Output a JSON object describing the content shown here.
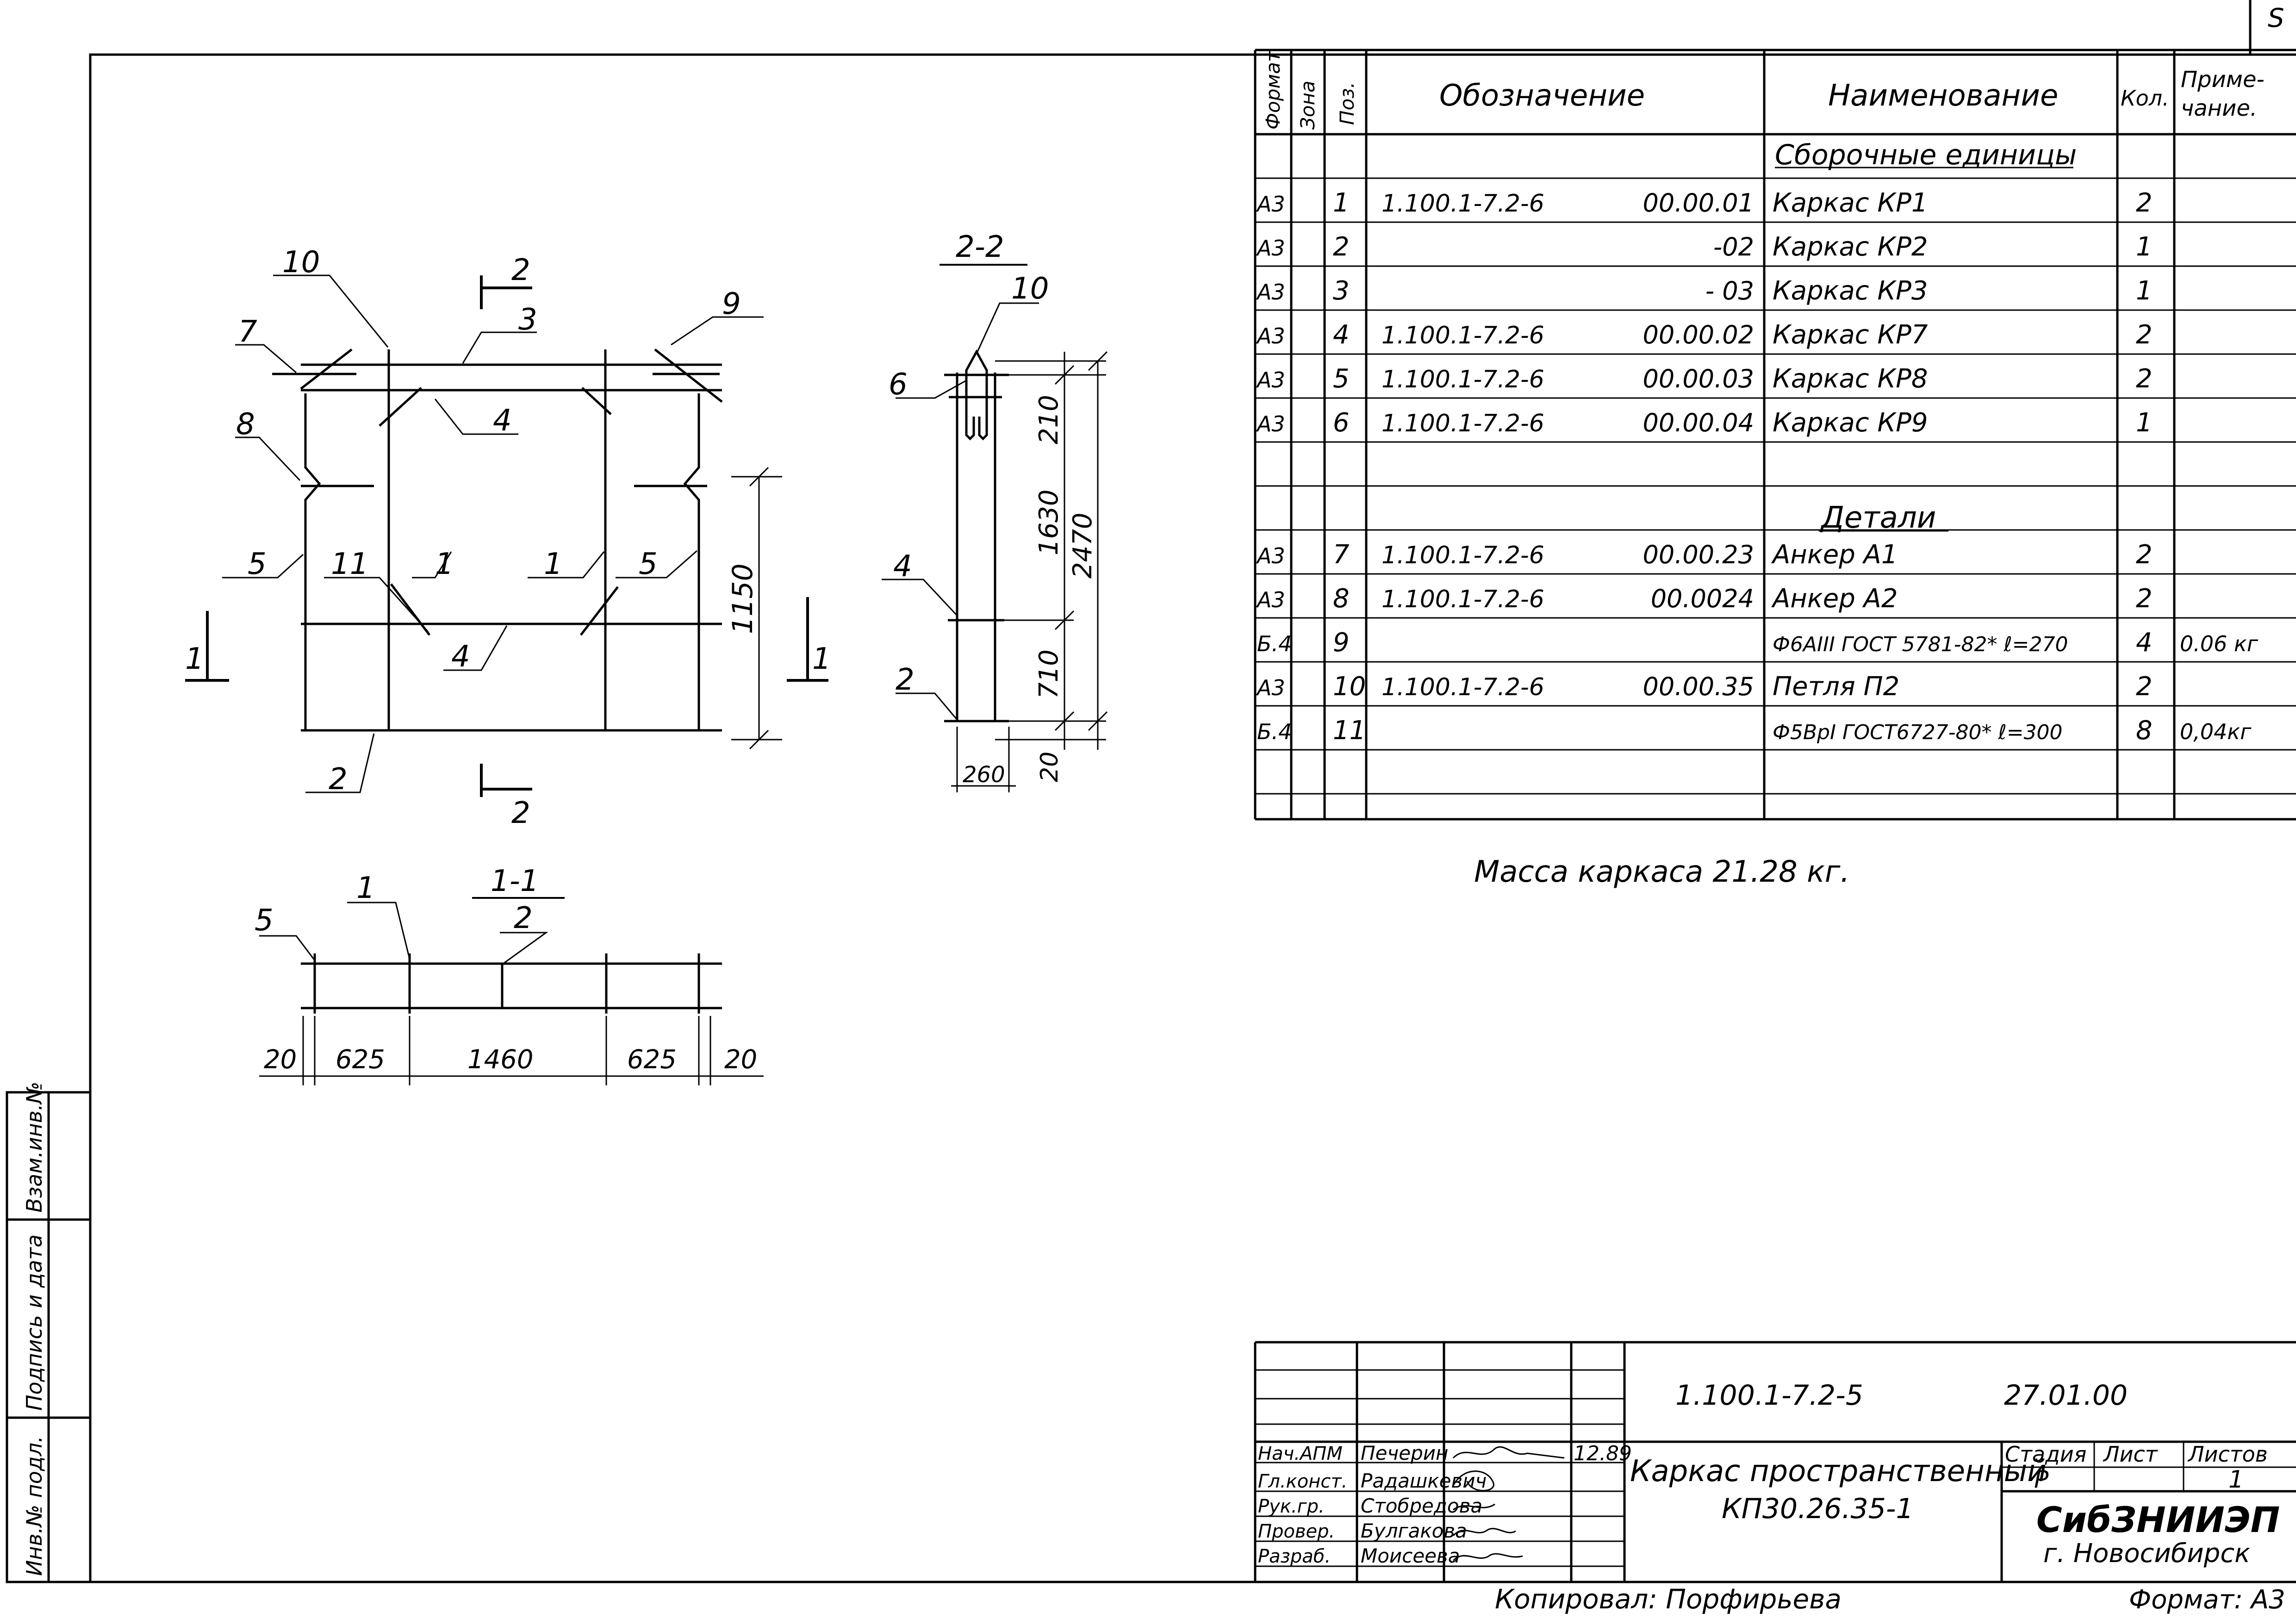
{
  "sheet_mark": "S",
  "spec": {
    "headers": {
      "format": "Формат",
      "zone": "Зона",
      "pos": "Поз.",
      "designation": "Обозначение",
      "name": "Наименование",
      "qty": "Кол.",
      "note_line1": "Приме-",
      "note_line2": "чание."
    },
    "sections": {
      "assemblies": "Сборочные единицы",
      "details": "Детали"
    },
    "rows": [
      {
        "format": "А3",
        "pos": "1",
        "code": "1.100.1-7.2-6",
        "num": "00.00.01",
        "name": "Каркас  КР1",
        "qty": "2",
        "note": ""
      },
      {
        "format": "А3",
        "pos": "2",
        "code": "",
        "num": "-02",
        "name": "Каркас  КР2",
        "qty": "1",
        "note": ""
      },
      {
        "format": "А3",
        "pos": "3",
        "code": "",
        "num": "- 03",
        "name": "Каркас  КР3",
        "qty": "1",
        "note": ""
      },
      {
        "format": "А3",
        "pos": "4",
        "code": "1.100.1-7.2-6",
        "num": "00.00.02",
        "name": "Каркас  КР7",
        "qty": "2",
        "note": ""
      },
      {
        "format": "А3",
        "pos": "5",
        "code": "1.100.1-7.2-6",
        "num": "00.00.03",
        "name": "Каркас  КР8",
        "qty": "2",
        "note": ""
      },
      {
        "format": "А3",
        "pos": "6",
        "code": "1.100.1-7.2-6",
        "num": "00.00.04",
        "name": "Каркас  КР9",
        "qty": "1",
        "note": ""
      },
      {
        "format": "А3",
        "pos": "7",
        "code": "1.100.1-7.2-6",
        "num": "00.00.23",
        "name": "Анкер  А1",
        "qty": "2",
        "note": ""
      },
      {
        "format": "А3",
        "pos": "8",
        "code": "1.100.1-7.2-6",
        "num": "00.0024",
        "name": "Анкер  А2",
        "qty": "2",
        "note": ""
      },
      {
        "format": "Б.4",
        "pos": "9",
        "code": "",
        "num": "",
        "name": "Ф6АIII ГОСТ 5781-82* ℓ=270",
        "qty": "4",
        "note": "0.06 кг"
      },
      {
        "format": "А3",
        "pos": "10",
        "code": "1.100.1-7.2-6",
        "num": "00.00.35",
        "name": "Петля  П2",
        "qty": "2",
        "note": ""
      },
      {
        "format": "Б.4",
        "pos": "11",
        "code": "",
        "num": "",
        "name": "Ф5ВрI ГОСТ6727-80* ℓ=300",
        "qty": "8",
        "note": "0,04кг"
      }
    ],
    "mass": "Масса  каркаса  21.28 кг."
  },
  "views": {
    "section_2_2": "2-2",
    "section_1_1": "1-1",
    "cut_label_1": "1",
    "cut_label_2": "2",
    "front_callouts": [
      "10",
      "3",
      "9",
      "7",
      "4",
      "8",
      "5",
      "11",
      "1",
      "1",
      "5",
      "4",
      "2"
    ],
    "front_dim": "1150",
    "side_callouts": [
      "10",
      "6",
      "4",
      "2"
    ],
    "side_dims": [
      "210",
      "1630",
      "2470",
      "710",
      "20",
      "260"
    ],
    "plan_callouts": [
      "5",
      "1",
      "2"
    ],
    "plan_dims": [
      "20",
      "625",
      "1460",
      "625",
      "20"
    ]
  },
  "title_block": {
    "doc_code": "1.100.1-7.2-5",
    "date": "27.01.00",
    "roles": [
      "Нач.АПМ",
      "Гл.конст.",
      "Рук.гр.",
      "Провер.",
      "Разраб."
    ],
    "names": [
      "Печерин",
      "Радашкевич",
      "Стобредова",
      "Булгакова",
      "Моисеева"
    ],
    "sign_date": "12.89",
    "title_line1": "Каркас  пространственный",
    "title_line2": "КП30.26.35-1",
    "stage_label": "Стадия",
    "sheet_label": "Лист",
    "sheets_label": "Листов",
    "stage": "Р",
    "sheets": "1",
    "org": "СибЗНИИЭП",
    "city": "г. Новосибирск",
    "copied": "Копировал: Порфирьева",
    "format": "Формат: А3"
  },
  "side_stamp": [
    "Инв.№ подл.",
    "Подпись и дата",
    "Взам.инв.№"
  ]
}
